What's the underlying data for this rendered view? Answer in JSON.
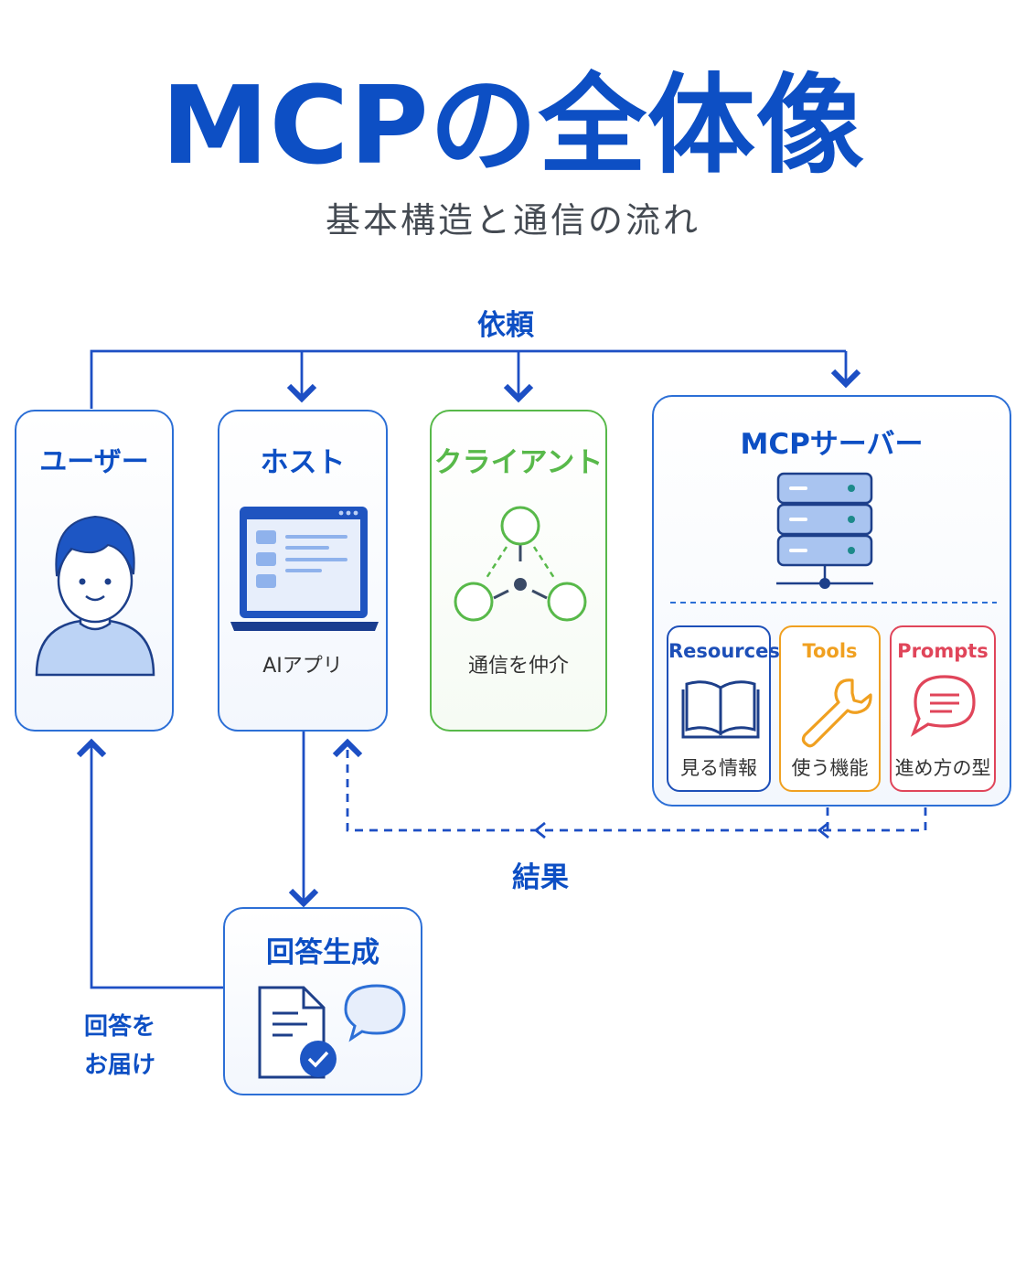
{
  "title": "MCPの全体像",
  "subtitle": "基本構造と通信の流れ",
  "flow": {
    "request_label": "依頼",
    "result_label": "結果",
    "deliver_label_line1": "回答を",
    "deliver_label_line2": "お届け"
  },
  "nodes": {
    "user": {
      "label": "ユーザー"
    },
    "host": {
      "label": "ホスト",
      "caption": "AIアプリ"
    },
    "client": {
      "label": "クライアント",
      "caption": "通信を仲介"
    },
    "server": {
      "label": "MCPサーバー"
    },
    "answer": {
      "label": "回答生成"
    }
  },
  "capabilities": [
    {
      "name": "Resources",
      "caption": "見る情報",
      "color": "#1d4fb8",
      "icon": "book-icon"
    },
    {
      "name": "Tools",
      "caption": "使う機能",
      "color": "#f0a020",
      "icon": "wrench-icon"
    },
    {
      "name": "Prompts",
      "caption": "進め方の型",
      "color": "#e0455a",
      "icon": "chat-icon"
    }
  ],
  "colors": {
    "primary": "#0d4fc4",
    "border": "#2c6fd6",
    "client_green": "#58b94a",
    "text": "#333333"
  }
}
